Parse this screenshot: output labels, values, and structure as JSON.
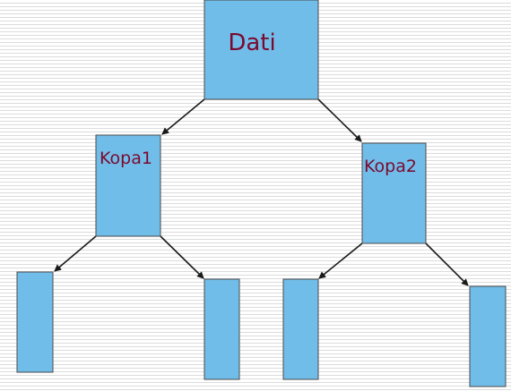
{
  "diagram": {
    "nodes": {
      "root": {
        "label": "Dati"
      },
      "left_child": {
        "label": "Kopa1"
      },
      "right_child": {
        "label": "Kopa2"
      },
      "leaf_1": {
        "label": ""
      },
      "leaf_2": {
        "label": ""
      },
      "leaf_3": {
        "label": ""
      },
      "leaf_4": {
        "label": ""
      }
    },
    "edges": [
      {
        "from": "root",
        "to": "left_child"
      },
      {
        "from": "root",
        "to": "right_child"
      },
      {
        "from": "left_child",
        "to": "leaf_1"
      },
      {
        "from": "left_child",
        "to": "leaf_2"
      },
      {
        "from": "right_child",
        "to": "leaf_3"
      },
      {
        "from": "right_child",
        "to": "leaf_4"
      }
    ],
    "colors": {
      "box_fill": "#71bde9",
      "box_border": "#4a4a4a",
      "label_text": "#7a0a2e",
      "edge": "#1a1a1a"
    }
  }
}
